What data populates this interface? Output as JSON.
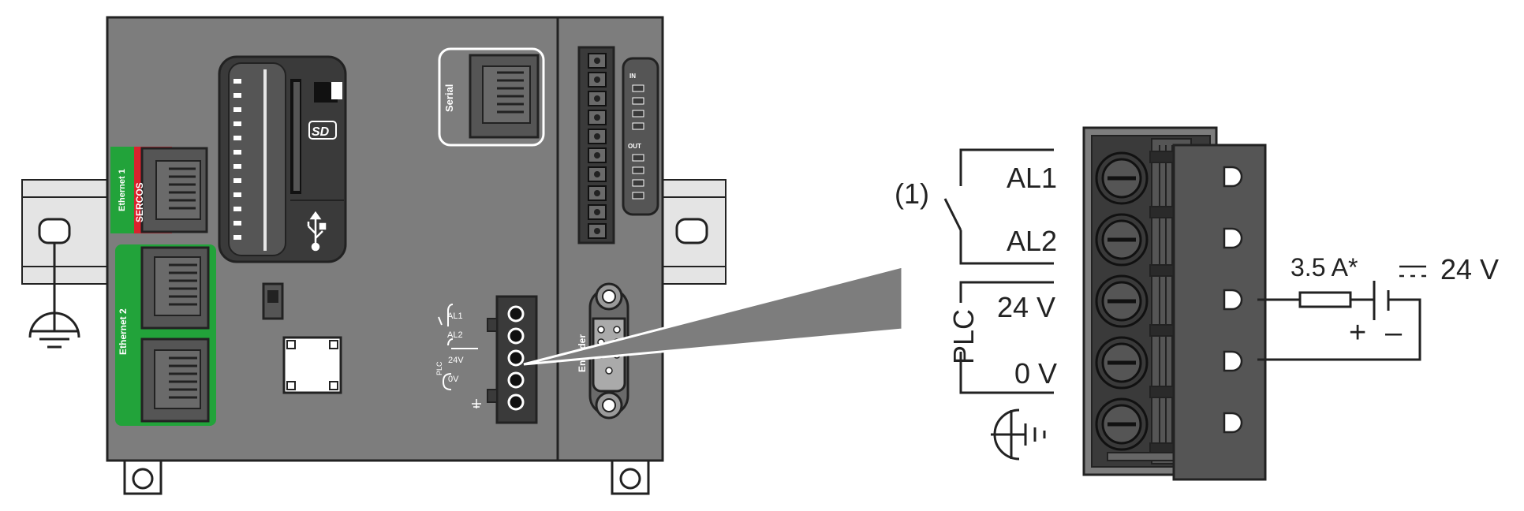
{
  "controller": {
    "ports": {
      "ethernet1": "Ethernet 1",
      "sercos": "SERCOS",
      "ethernet2": "Ethernet 2",
      "serial": "Serial",
      "encoder": "Encoder"
    },
    "card_slot": {
      "sd_logo": "SD"
    },
    "io_labels": {
      "in": "IN",
      "out": "OUT"
    },
    "power_connector": {
      "al1": "AL1",
      "al2": "AL2",
      "plc": "PLC",
      "v24": "24V",
      "v0": "0V"
    }
  },
  "detail": {
    "note_marker": "(1)",
    "al1": "AL1",
    "al2": "AL2",
    "plc": "PLC",
    "v24": "24 V",
    "v0": "0 V",
    "fuse_rating": "3.5 A*",
    "supply_voltage": "24 V",
    "plus": "+",
    "minus": "–"
  },
  "colors": {
    "housing": "#7d7d7d",
    "dark": "#3a3a3a",
    "ethernet1_red": "#d9232d",
    "ethernet_green": "#22a33a",
    "rail": "#e4e4e4"
  }
}
